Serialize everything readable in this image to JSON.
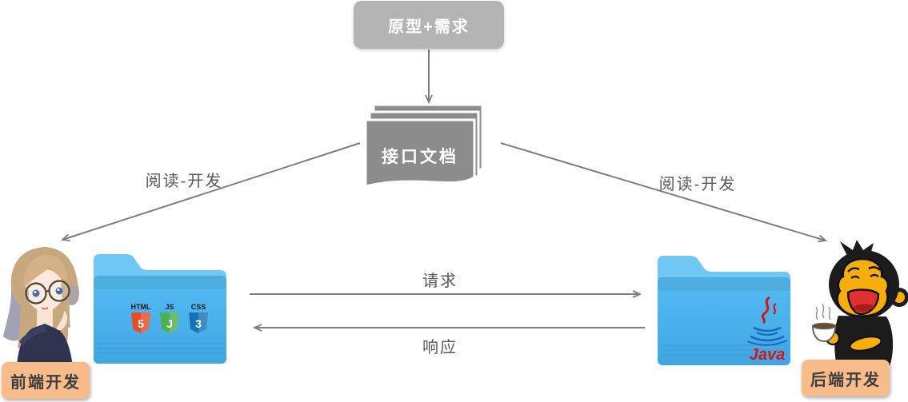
{
  "nodes": {
    "prototype": {
      "label": "原型+需求"
    },
    "api_doc": {
      "label": "接口文档"
    }
  },
  "edges": {
    "read_dev_left": "阅读-开发",
    "read_dev_right": "阅读-开发",
    "request": "请求",
    "response": "响应"
  },
  "frontend": {
    "role_label": "前端开发",
    "character": "anime-girl-developer",
    "badges": [
      {
        "label": "HTML",
        "glyph": "5"
      },
      {
        "label": "JS",
        "glyph": "J"
      },
      {
        "label": "CSS",
        "glyph": "3"
      }
    ]
  },
  "backend": {
    "role_label": "后端开发",
    "character": "monkey-with-coffee",
    "java_text": "Java"
  },
  "colors": {
    "node_gray": "#b4b4b4",
    "document_gray": "#8c8c8c",
    "arrow_gray": "#7d7d7d",
    "label_orange": "#f8bc8b",
    "folder_tab_blue": "#6fc8f4",
    "folder_body_blue": "#52b9f0",
    "html5_orange": "#e44d26",
    "js_green": "#4caf50",
    "css3_blue": "#1572b6",
    "java_red": "#cf1717",
    "java_blue": "#1967c0"
  }
}
